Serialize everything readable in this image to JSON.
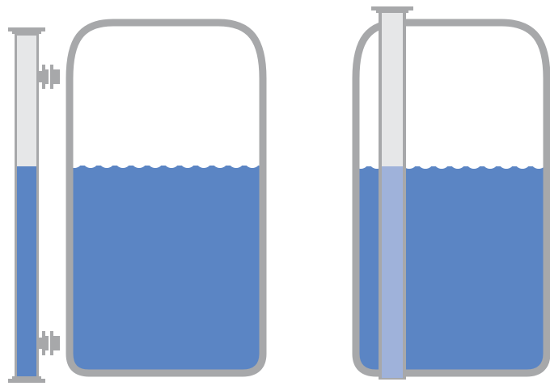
{
  "colors": {
    "background": "#ffffff",
    "tank_wall": "#a7a8aa",
    "liquid": "#5b85c4",
    "gauge_glass": "#e6e7e8",
    "gauge_frame": "#a7a8aa",
    "probe_body": "#e6e7e8",
    "probe_submerged": "#9fb2da"
  },
  "diagram": {
    "left_assembly": {
      "description_icon": "sight-glass-level-gauge-icon",
      "liquid_fill_fraction": 0.62,
      "gauge_fill_fraction": 0.62
    },
    "right_assembly": {
      "description_icon": "insertion-probe-level-icon",
      "liquid_fill_fraction": 0.6
    }
  }
}
